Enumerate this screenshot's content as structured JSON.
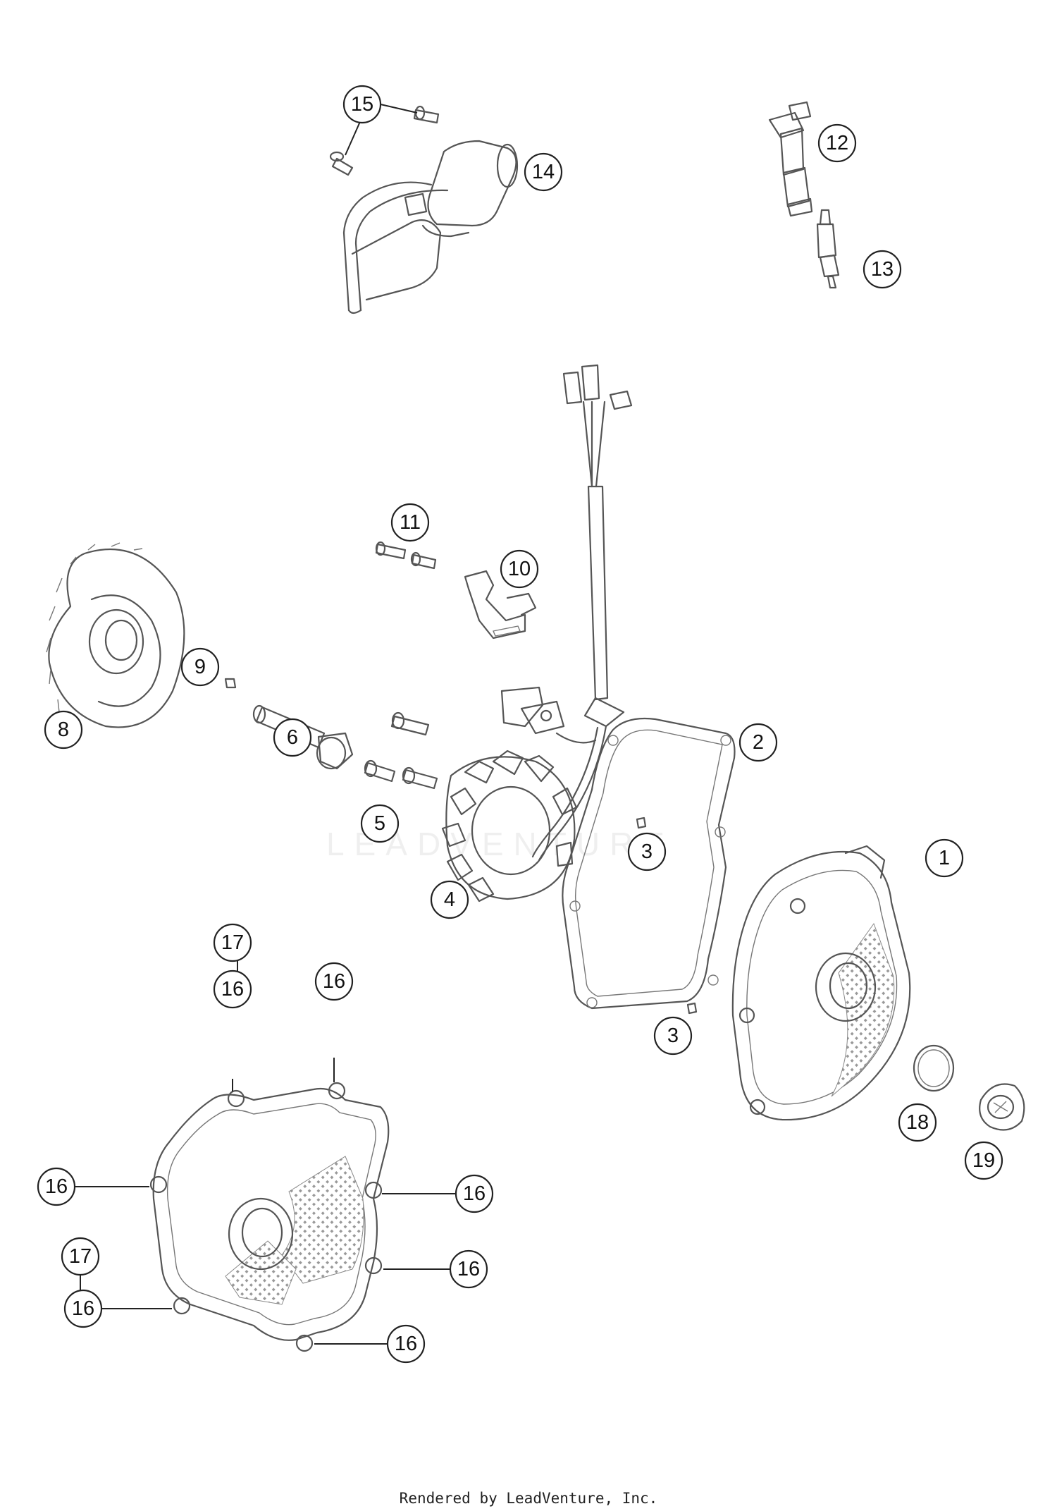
{
  "callouts": [
    {
      "id": "c1",
      "label": "1"
    },
    {
      "id": "c2",
      "label": "2"
    },
    {
      "id": "c3a",
      "label": "3"
    },
    {
      "id": "c3b",
      "label": "3"
    },
    {
      "id": "c4",
      "label": "4"
    },
    {
      "id": "c5",
      "label": "5"
    },
    {
      "id": "c6",
      "label": "6"
    },
    {
      "id": "c8",
      "label": "8"
    },
    {
      "id": "c9",
      "label": "9"
    },
    {
      "id": "c10",
      "label": "10"
    },
    {
      "id": "c11",
      "label": "11"
    },
    {
      "id": "c12",
      "label": "12"
    },
    {
      "id": "c13",
      "label": "13"
    },
    {
      "id": "c14",
      "label": "14"
    },
    {
      "id": "c15",
      "label": "15"
    },
    {
      "id": "c16a",
      "label": "16"
    },
    {
      "id": "c16b",
      "label": "16"
    },
    {
      "id": "c16c",
      "label": "16"
    },
    {
      "id": "c16d",
      "label": "16"
    },
    {
      "id": "c16e",
      "label": "16"
    },
    {
      "id": "c16f",
      "label": "16"
    },
    {
      "id": "c16g",
      "label": "16"
    },
    {
      "id": "c17a",
      "label": "17"
    },
    {
      "id": "c17b",
      "label": "17"
    },
    {
      "id": "c18",
      "label": "18"
    },
    {
      "id": "c19",
      "label": "19"
    }
  ],
  "watermark": "LEADVENTURE",
  "footer": "Rendered by LeadVenture, Inc."
}
